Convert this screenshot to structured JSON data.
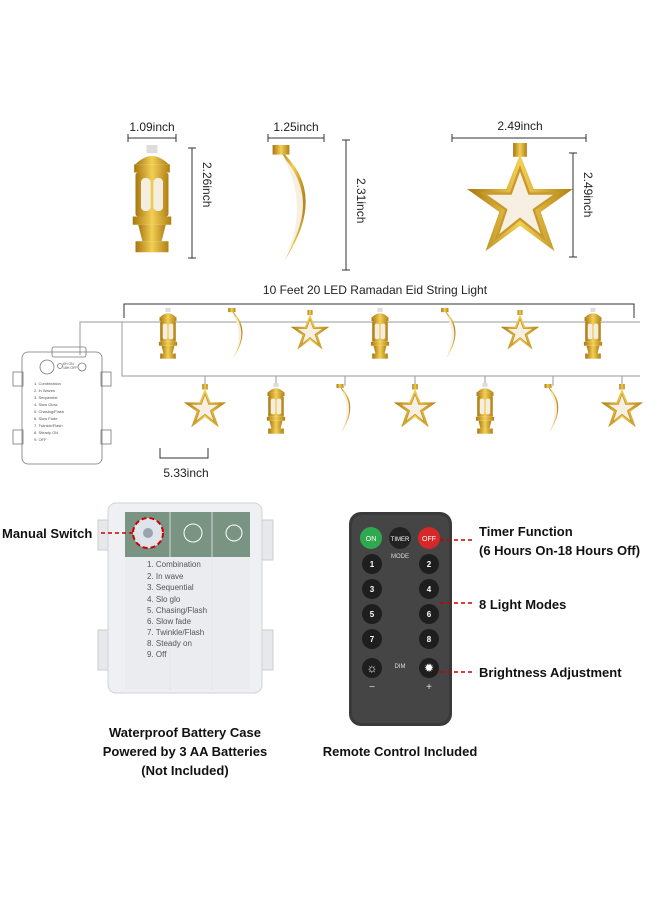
{
  "dimensions": {
    "lantern_width": "1.09inch",
    "lantern_height": "2.26inch",
    "moon_width": "1.25inch",
    "moon_height": "2.31inch",
    "star_width": "2.49inch",
    "star_height": "2.49inch",
    "spacing": "5.33inch"
  },
  "string_title": "10 Feet 20 LED Ramadan Eid String Light",
  "diagram_box_modes": [
    "1. Combination",
    "2. In Waves",
    "3. Sequential",
    "4. Slow Glow",
    "5. Chasing/Flash",
    "6. Slow Fade",
    "7. Twinkle/Flash",
    "8. Steady ON",
    "9. OFF"
  ],
  "diagram_box_timer": [
    "6H ON",
    "18H OFF"
  ],
  "battery": {
    "switch_label": "Manual Switch",
    "modes": [
      "1. Combination",
      "2. In wave",
      "3. Sequential",
      "4. Slo glo",
      "5. Chasing/Flash",
      "6. Slow fade",
      "7. Twinkle/Flash",
      "8. Steady on",
      "9. Off"
    ],
    "caption": [
      "Waterproof Battery Case",
      "Powered by 3 AA Batteries",
      "(Not Included)"
    ]
  },
  "remote": {
    "on": "ON",
    "timer": "TIMER",
    "off": "OFF",
    "mode": "MODE",
    "numbers": [
      "1",
      "2",
      "3",
      "4",
      "5",
      "6",
      "7",
      "8"
    ],
    "dim": "DIM",
    "minus": "−",
    "plus": "+",
    "caption": "Remote Control Included",
    "colors": {
      "on": "#2fa84f",
      "timer": "#222222",
      "off": "#d62828",
      "body": "#3a3a3a"
    }
  },
  "features": {
    "timer_title": "Timer Function",
    "timer_detail": "(6 Hours On-18 Hours Off)",
    "modes": "8 Light Modes",
    "brightness": "Brightness Adjustment"
  },
  "accent_color": "#b8861b"
}
